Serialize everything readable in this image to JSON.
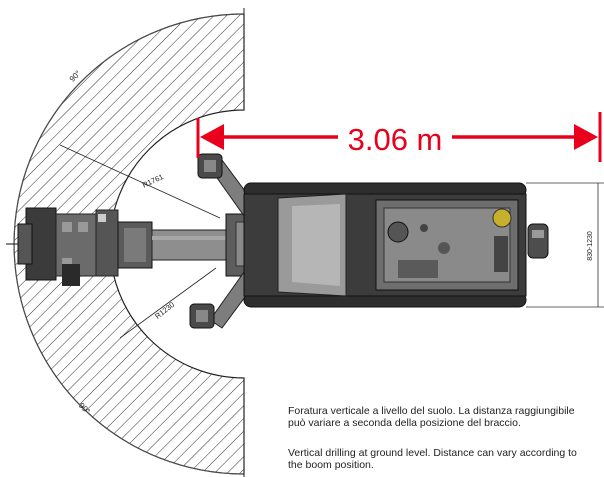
{
  "diagram": {
    "overall_width_label": "3.06 m",
    "outer_radius_label": "R1761",
    "inner_radius_label": "R1230",
    "track_width_label": "830-1230",
    "angle_top_label": "90°",
    "angle_bottom_label": "90°",
    "dimension_color": "#e8001c"
  },
  "captions": {
    "italian": "Foratura verticale a livello del suolo. La distanza raggiungibile\npuò variare a seconda della posizione del braccio.",
    "english": "Vertical drilling at ground level. Distance can vary according to\nthe boom position."
  }
}
